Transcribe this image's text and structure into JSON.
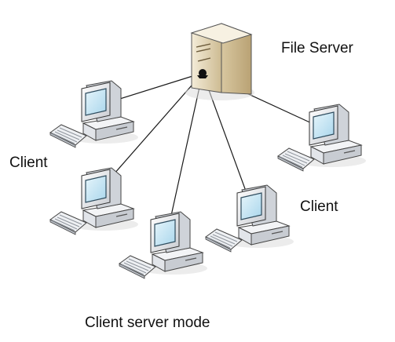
{
  "labels": {
    "file_server": "File Server",
    "client_left": "Client",
    "client_right": "Client",
    "caption": "Client server mode"
  },
  "colors": {
    "line": "#1a1a1a",
    "server_body": "#e8dcc0",
    "monitor_body": "#e9ebee",
    "screen": "#c9e7f5",
    "label": "#111111"
  },
  "icons": [
    "file-server-icon",
    "client-computer-icon"
  ]
}
